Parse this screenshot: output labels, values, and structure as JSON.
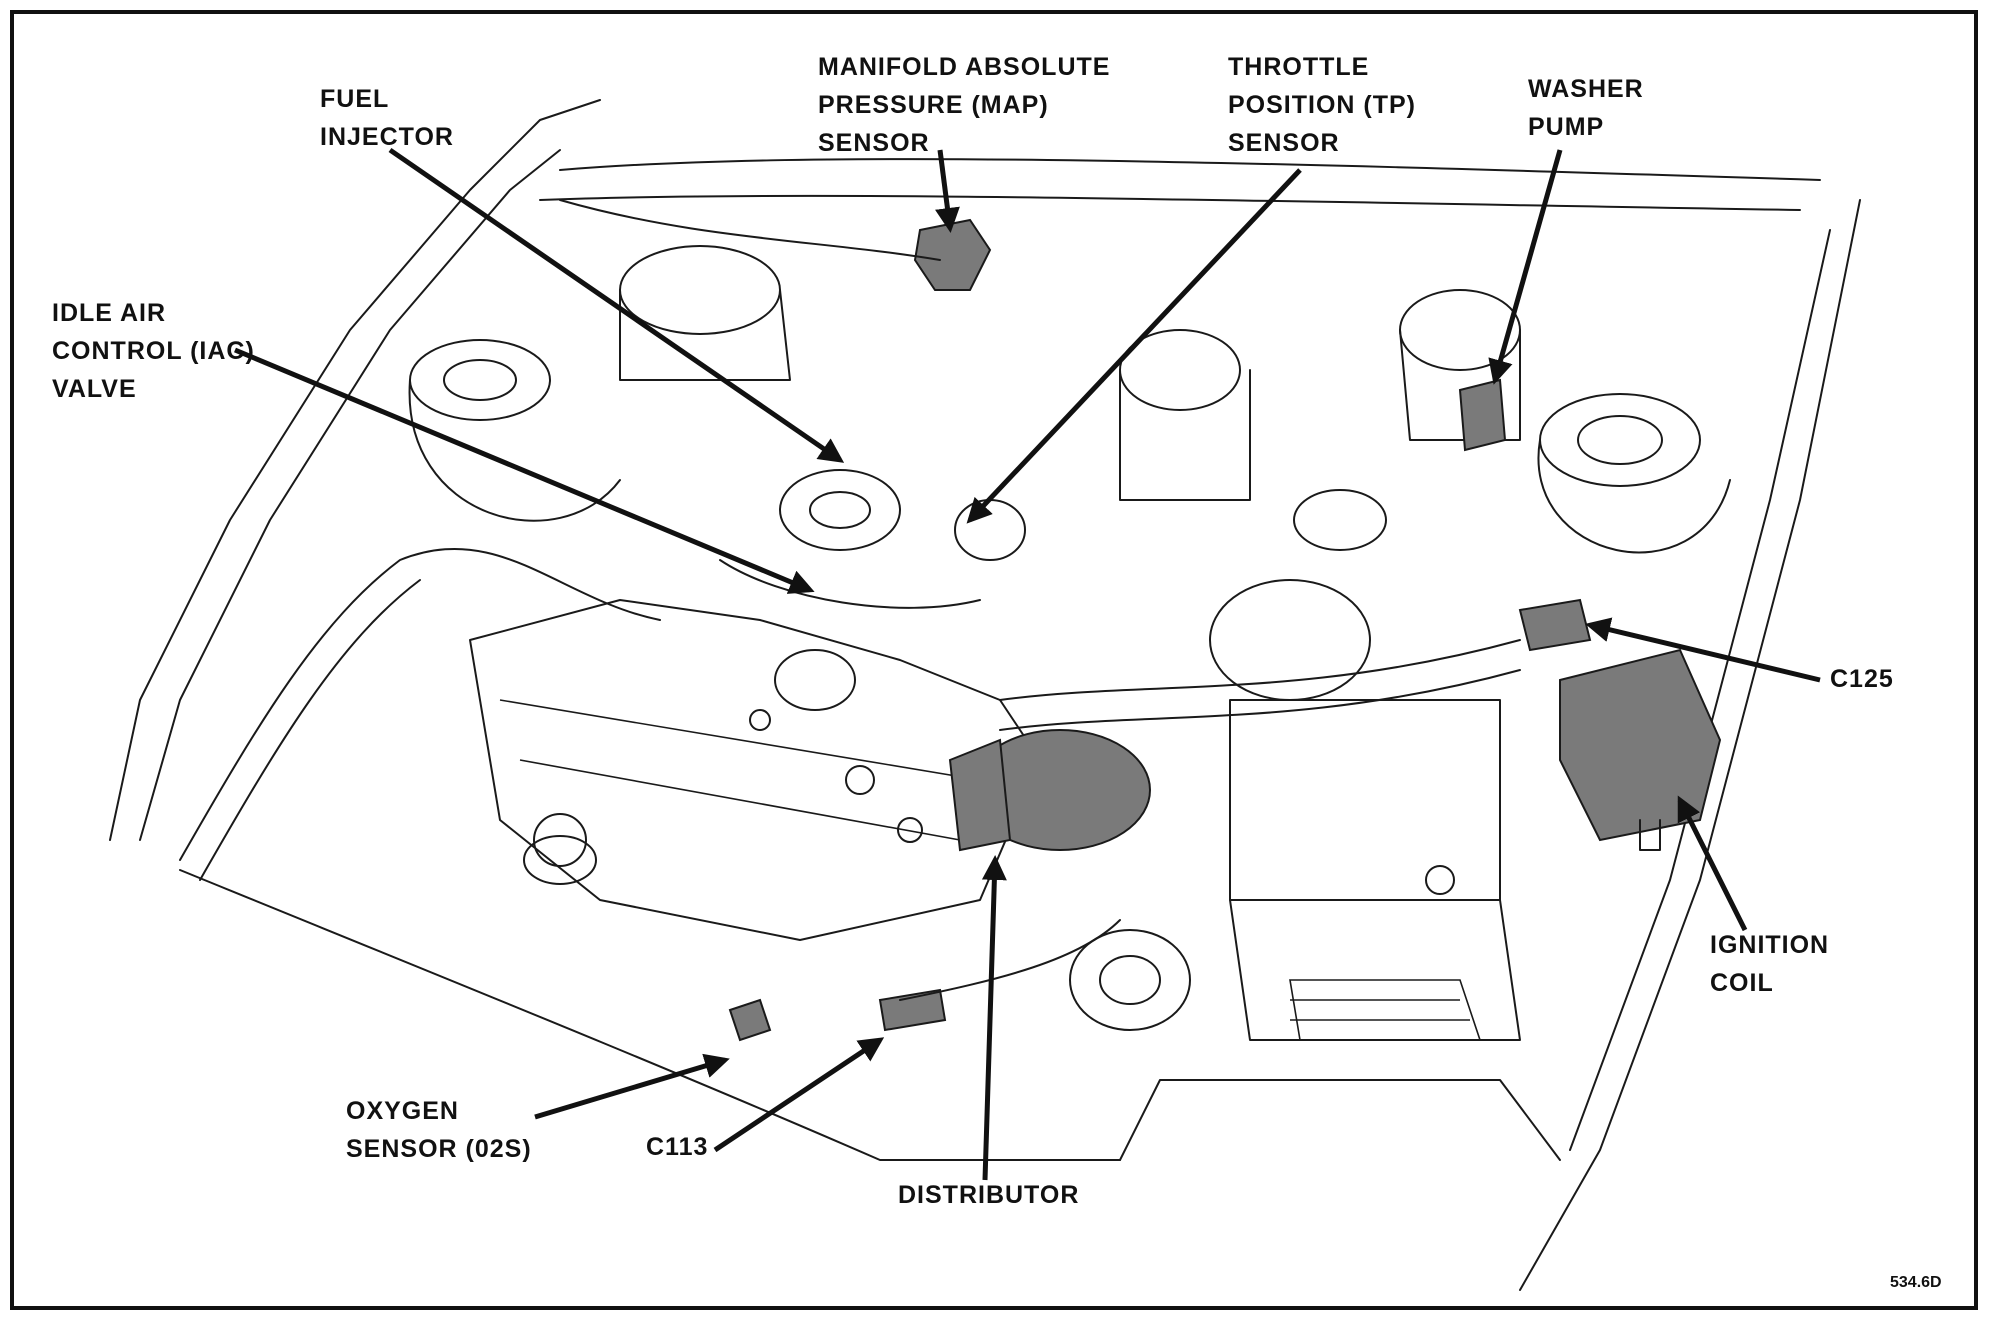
{
  "colors": {
    "line": "#1a1a1a",
    "shade": "#7a7a7a",
    "background": "#ffffff"
  },
  "labels": {
    "map_sensor": [
      "MANIFOLD ABSOLUTE",
      "PRESSURE (MAP)",
      "SENSOR"
    ],
    "tp_sensor": [
      "THROTTLE",
      "POSITION (TP)",
      "SENSOR"
    ],
    "washer_pump": [
      "WASHER",
      "PUMP"
    ],
    "fuel_injector": [
      "FUEL",
      "INJECTOR"
    ],
    "iac_valve": [
      "IDLE AIR",
      "CONTROL (IAC)",
      "VALVE"
    ],
    "c125": [
      "C125"
    ],
    "ignition_coil": [
      "IGNITION",
      "COIL"
    ],
    "oxygen_sensor": [
      "OXYGEN",
      "SENSOR (02S)"
    ],
    "c113": [
      "C113"
    ],
    "distributor": [
      "DISTRIBUTOR"
    ]
  },
  "figure_id": "534.6D"
}
